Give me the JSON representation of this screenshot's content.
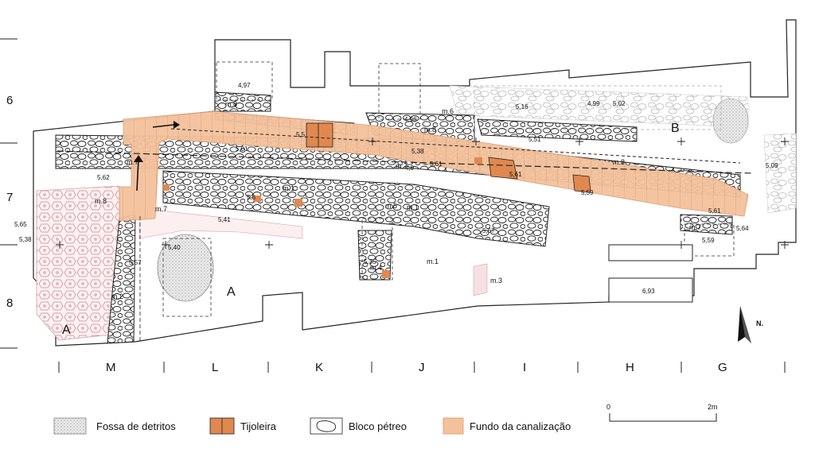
{
  "grid": {
    "row_labels": [
      "6",
      "7",
      "8"
    ],
    "column_labels": [
      "M",
      "L",
      "K",
      "J",
      "I",
      "H",
      "G"
    ]
  },
  "zones": [
    "A",
    "A",
    "B"
  ],
  "structures": [
    "m.8",
    "m.8",
    "m.8",
    "m.8",
    "m.7",
    "m.7",
    "m.7",
    "m.7",
    "m.1",
    "m.1",
    "m.1",
    "m.2",
    "m.3",
    "m.4",
    "m.5",
    "m.6"
  ],
  "elevations": [
    "4,97",
    "4,96",
    "4,99",
    "5,16",
    "5,02",
    "5,5",
    "5,01",
    "5,38",
    "5,51",
    "5,61",
    "4,9",
    "5,61",
    "5,59",
    "5,62",
    "5,6",
    "5,41",
    "5,65",
    "5,38",
    "5,40",
    "5,57",
    "5,67",
    "5,35",
    "5,61",
    "5,64",
    "5,59",
    "6,93",
    "5,09"
  ],
  "north": {
    "label": "N."
  },
  "scale": {
    "start": "0",
    "end": "2m"
  },
  "legend": [
    {
      "label": "Fossa de detritos",
      "swatch": "dotted-gray"
    },
    {
      "label": "Tijoleira",
      "swatch": "#e0884f"
    },
    {
      "label": "Bloco pétreo",
      "swatch": "stone-outline"
    },
    {
      "label": "Fundo da canalização",
      "swatch": "#f4c19b"
    }
  ],
  "colors": {
    "channel_fill": "#f4c19b",
    "brick_fill": "#e0884f",
    "mosaic_red": "#d9a0a6",
    "line": "#222222"
  }
}
